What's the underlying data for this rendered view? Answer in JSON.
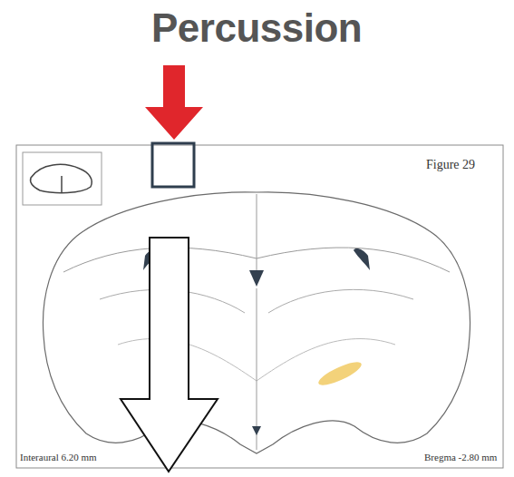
{
  "diagram": {
    "title": "Percussion",
    "labels": [
      "Figure 29",
      "Interaural 6.20 mm",
      "Bregma -2.80 mm"
    ]
  }
}
